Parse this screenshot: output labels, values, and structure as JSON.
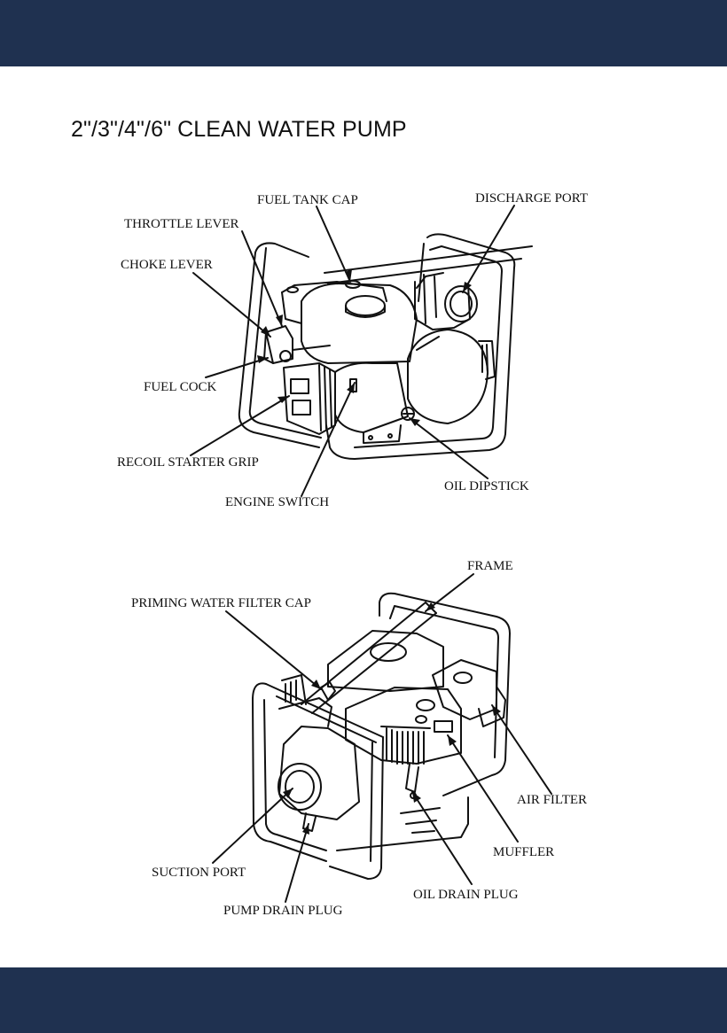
{
  "colors": {
    "band": "#1f3150",
    "ink": "#111111",
    "background": "#ffffff"
  },
  "title": "2\"/3\"/4\"/6\" CLEAN WATER PUMP",
  "figure_top": {
    "labels": {
      "fuel_tank_cap": "FUEL TANK CAP",
      "discharge_port": "DISCHARGE PORT",
      "throttle_lever": "THROTTLE LEVER",
      "choke_lever": "CHOKE LEVER",
      "fuel_cock": "FUEL COCK",
      "recoil_starter_grip": "RECOIL STARTER GRIP",
      "engine_switch": "ENGINE SWITCH",
      "oil_dipstick": "OIL DIPSTICK"
    }
  },
  "figure_bottom": {
    "labels": {
      "frame": "FRAME",
      "priming_water_filter_cap": "PRIMING WATER FILTER CAP",
      "air_filter": "AIR FILTER",
      "muffler": "MUFFLER",
      "suction_port": "SUCTION PORT",
      "oil_drain_plug": "OIL DRAIN PLUG",
      "pump_drain_plug": "PUMP DRAIN PLUG"
    }
  }
}
